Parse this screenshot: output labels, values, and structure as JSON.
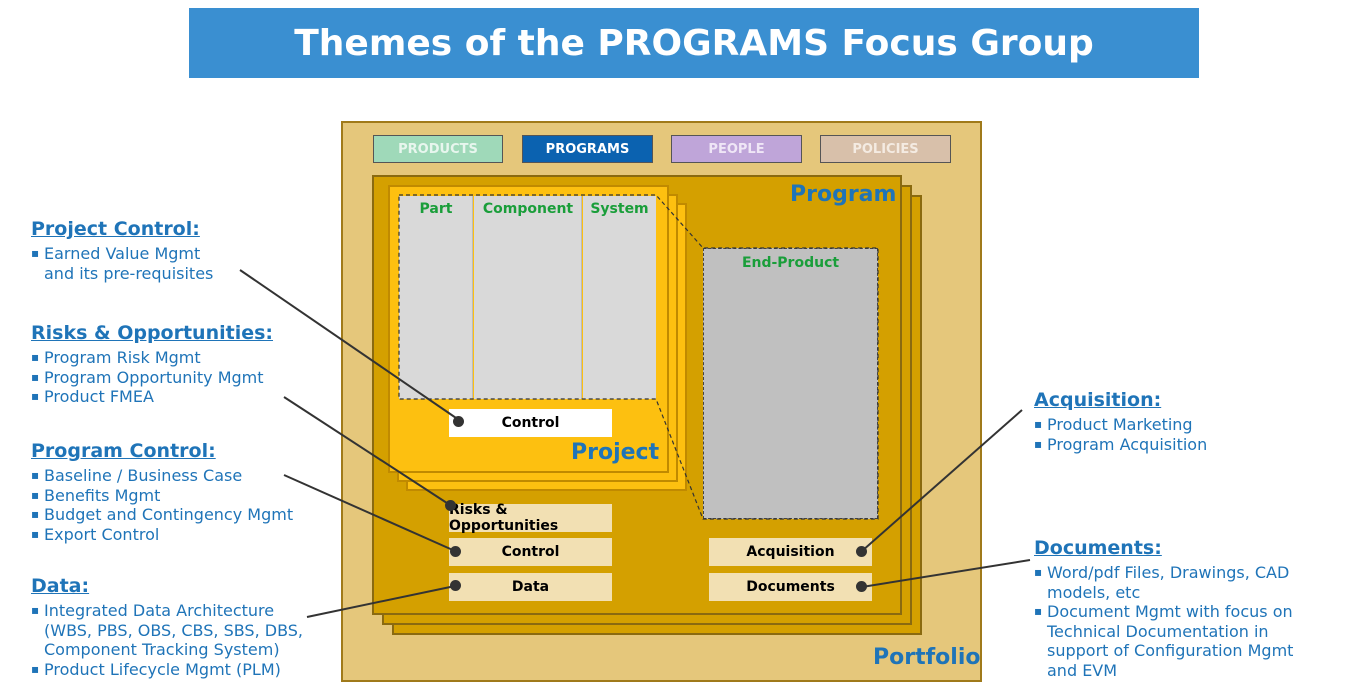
{
  "title": "Themes of the PROGRAMS Focus Group",
  "focus_tabs": [
    {
      "label": "PRODUCTS",
      "bg": "#9fd9b9",
      "fg": "#e8f6ee"
    },
    {
      "label": "PROGRAMS",
      "bg": "#0b62b0",
      "fg": "#ffffff"
    },
    {
      "label": "PEOPLE",
      "bg": "#bfa5d9",
      "fg": "#efe6f6"
    },
    {
      "label": "POLICIES",
      "bg": "#d8c0aa",
      "fg": "#f4ebe2"
    }
  ],
  "diagram": {
    "program_label": "Program",
    "project_label": "Project",
    "portfolio_label": "Portfolio",
    "cells": [
      "Part",
      "Component",
      "System"
    ],
    "end_product_label": "End-Product",
    "boxes": {
      "control_project": "Control",
      "risks": "Risks & Opportunities",
      "control_program": "Control",
      "data": "Data",
      "acquisition": "Acquisition",
      "documents": "Documents"
    }
  },
  "left_sections": [
    {
      "title": "Project Control:",
      "items": [
        "Earned Value Mgmt\nand its pre-requisites"
      ]
    },
    {
      "title": "Risks & Opportunities:",
      "items": [
        "Program Risk Mgmt",
        "Program Opportunity Mgmt",
        "Product FMEA"
      ]
    },
    {
      "title": "Program Control:",
      "items": [
        "Baseline / Business Case",
        "Benefits Mgmt",
        "Budget and Contingency Mgmt",
        "Export Control"
      ]
    },
    {
      "title": "Data:",
      "items": [
        "Integrated Data Architecture\n(WBS, PBS, OBS, CBS, SBS, DBS,\nComponent Tracking System)",
        "Product Lifecycle Mgmt (PLM)"
      ]
    }
  ],
  "right_sections": [
    {
      "title": "Acquisition:",
      "items": [
        "Product Marketing",
        "Program Acquisition"
      ]
    },
    {
      "title": "Documents:",
      "items": [
        "Word/pdf Files, Drawings, CAD\nmodels, etc",
        "Document Mgmt with focus on\nTechnical Documentation in\nsupport of Configuration Mgmt\nand EVM"
      ]
    }
  ]
}
